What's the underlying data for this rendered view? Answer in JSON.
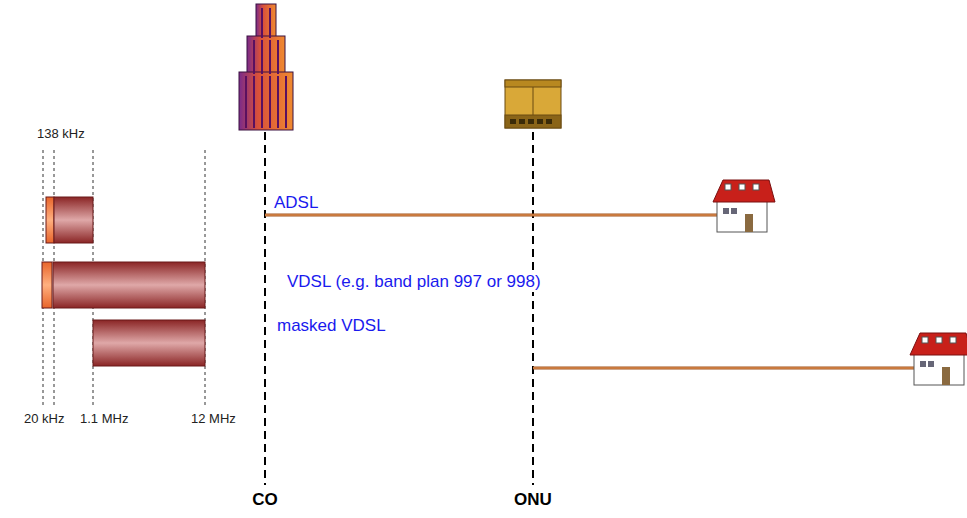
{
  "diagram": {
    "labels": [
      "138 kHz",
      "ADSL",
      "VDSL (e.g. band plan 997 or 998)",
      "masked VDSL",
      "20 kHz",
      "1.1 MHz",
      "12 MHz",
      "CO",
      "ONU"
    ]
  }
}
